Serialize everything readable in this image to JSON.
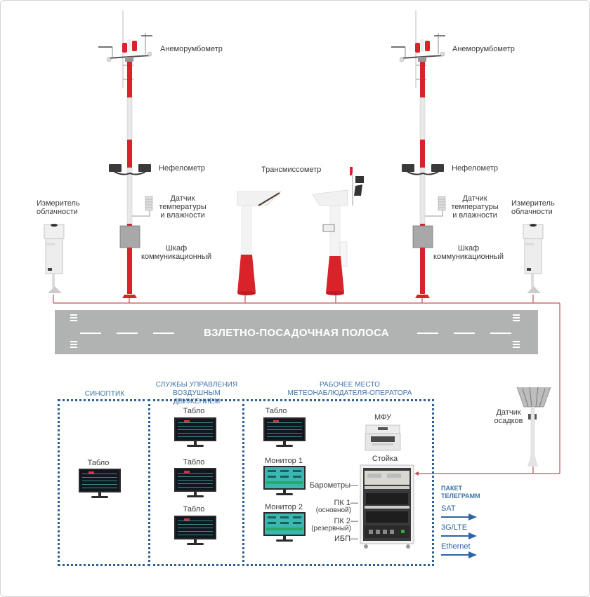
{
  "diagram": {
    "type": "airport-weather-station-schematic",
    "colors": {
      "mast_red": "#d8232a",
      "mast_white": "#e8e8e8",
      "runway_gray": "#b1b3b2",
      "cable_red": "#c2505a",
      "group_border_blue": "#2f5f8f",
      "group_title_blue": "#3f73a8",
      "arrow_blue": "#2d64a3",
      "label_text": "#3a3a3a"
    },
    "field_equipment": {
      "left_mast": {
        "anemometer": "Анеморумбометр",
        "nephelometer": "Нефелометр",
        "temp_humidity_sensor": "Датчик температуры и влажности",
        "temp_humidity_line1": "Датчик",
        "temp_humidity_line2": "температуры",
        "temp_humidity_line3": "и влажности",
        "comm_cabinet_line1": "Шкаф",
        "comm_cabinet_line2": "коммуникационный"
      },
      "right_mast": {
        "anemometer": "Анеморумбометр",
        "nephelometer": "Нефелометр",
        "temp_humidity_line1": "Датчик",
        "temp_humidity_line2": "температуры",
        "temp_humidity_line3": "и влажности",
        "comm_cabinet_line1": "Шкаф",
        "comm_cabinet_line2": "коммуникационный"
      },
      "left_ceilometer": {
        "line1": "Измеритель",
        "line2": "облачности"
      },
      "right_ceilometer": {
        "line1": "Измеритель",
        "line2": "облачности"
      },
      "transmissometer": "Трансмиссометр",
      "precipitation_sensor": {
        "line1": "Датчик",
        "line2": "осадков"
      }
    },
    "runway": {
      "title": "ВЗЛЕТНО-ПОСАДОЧНАЯ ПОЛОСА"
    },
    "groups": [
      {
        "title": "СИНОПТИК",
        "devices": [
          "Табло"
        ]
      },
      {
        "title_line1": "СЛУЖБЫ УПРАВЛЕНИЯ",
        "title_line2": "ВОЗДУШНЫМ ДВИЖЕНИЕМ",
        "devices": [
          "Табло",
          "Табло",
          "Табло"
        ]
      },
      {
        "title_line1": "РАБОЧЕЕ МЕСТО",
        "title_line2": "МЕТЕОНАБЛЮДАТЕЛЯ-ОПЕРАТОРА",
        "devices": [
          "Табло",
          "Монитор 1",
          "Монитор 2"
        ],
        "printer": "МФУ",
        "rack": {
          "title": "Стойка",
          "components": [
            {
              "label": "Барометры"
            },
            {
              "label": "ПК 1",
              "sub": "(основной)"
            },
            {
              "label": "ПК 2",
              "sub": "(резервный)"
            },
            {
              "label": "ИБП"
            }
          ]
        }
      }
    ],
    "outputs": {
      "title_line1": "ПАКЕТ",
      "title_line2": "ТЕЛЕГРАММ",
      "channels": [
        "SAT",
        "3G/LTE",
        "Ethernet"
      ]
    }
  }
}
